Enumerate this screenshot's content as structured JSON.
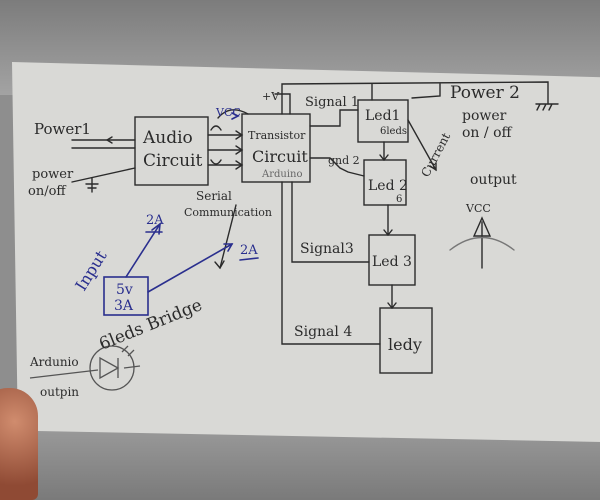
{
  "blocks": {
    "audio_circuit": [
      "Audio",
      "Circuit"
    ],
    "transistor_circuit": [
      "Transistor",
      "Circuit"
    ],
    "transistor_sub": "Arduino",
    "led1": "Led1",
    "led1_sub": "6leds",
    "led2": "Led 2",
    "led2_sub": "6",
    "led3": "Led 3",
    "led4": "ledy",
    "psu": [
      "5v",
      "3A"
    ]
  },
  "labels": {
    "power1": "Power1",
    "power_onoff_left": [
      "power",
      "on/off"
    ],
    "power2": "Power 2",
    "power_onoff_right": [
      "power",
      "on / off"
    ],
    "vcc_top": "VCC",
    "vplus": "+V",
    "signal1": "Signal 1",
    "gnd2": "gnd 2",
    "signal3": "Signal3",
    "signal4": "Signal 4",
    "current": "Current",
    "output": "output",
    "vcc_right": "VCC",
    "serial": [
      "Serial",
      "Communication"
    ],
    "input": "Input",
    "current_2a_top": "2A",
    "current_2a_right": "2A",
    "sixleds_bridge": "6leds Bridge",
    "ardunio": "Ardunio",
    "output_pin": "outpin"
  }
}
